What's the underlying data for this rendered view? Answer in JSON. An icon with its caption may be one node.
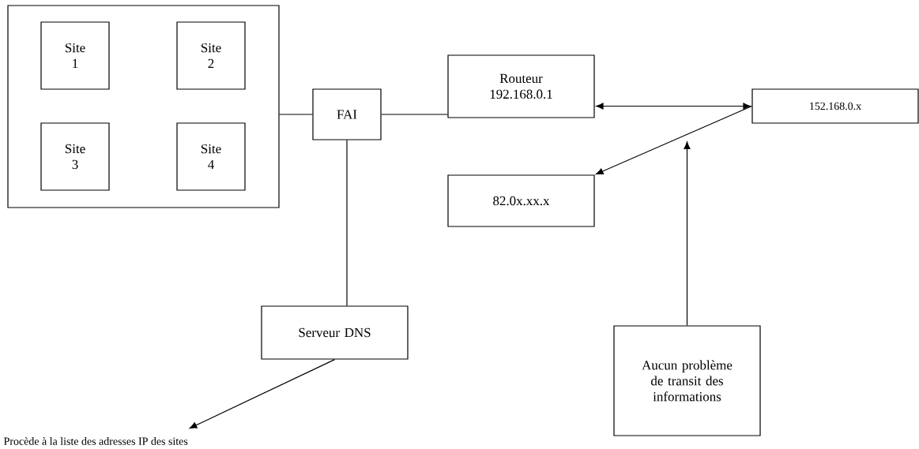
{
  "diagram": {
    "nodes": [
      {
        "text": [],
        "shape": "box"
      },
      {
        "text": [
          "Site 1"
        ],
        "in": 0
      },
      {
        "text": [
          "Site 2"
        ],
        "in": 0
      },
      {
        "text": [
          "Site 3"
        ],
        "in": 0
      },
      {
        "text": [
          "Site 4"
        ],
        "in": 0
      },
      {
        "text": [
          "FAI"
        ]
      },
      {
        "text": [
          "Routeur 192.168.0.1"
        ]
      },
      {
        "text": [
          "152.168.0.x"
        ]
      },
      {
        "text": [
          "82.0x.xx.x"
        ]
      },
      {
        "text": [
          "Serveur DNS"
        ]
      },
      {
        "text": [
          "Aucun problème de transit des informations"
        ]
      },
      {
        "text": [
          "Procède à la liste des adresses IP des sites"
        ]
      }
    ],
    "edges": [
      {
        "from": 0,
        "to": 5,
        "arrow": "none"
      },
      {
        "from": 5,
        "to": 6,
        "arrow": "none"
      },
      {
        "from": 6,
        "to": 7,
        "arrow": "both"
      },
      {
        "from": 7,
        "to": 8,
        "arrow": "to"
      },
      {
        "from": 5,
        "to": 9,
        "arrow": "none"
      },
      {
        "from": 9,
        "to": 11,
        "arrow": "to"
      },
      {
        "from": 10,
        "to": null,
        "arrow": "to"
      }
    ]
  }
}
